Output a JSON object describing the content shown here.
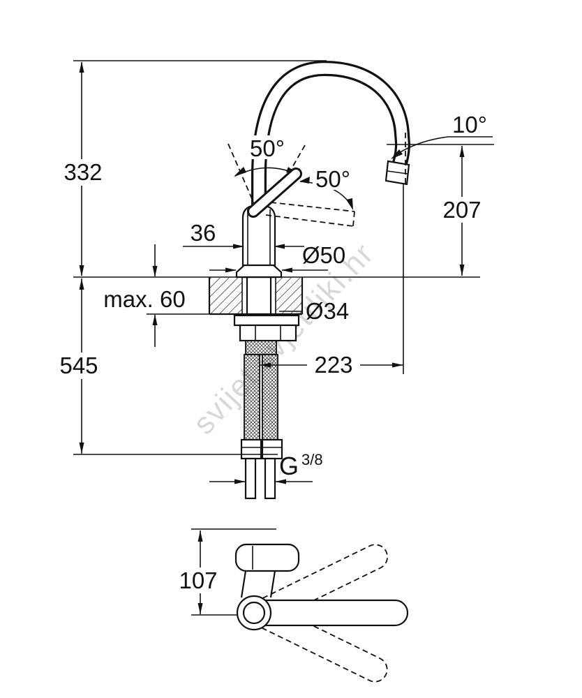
{
  "drawing": {
    "title": "faucet-dimension-drawing",
    "watermark": "svijet svjetiljki.hr",
    "dimensions": {
      "spout_height_top": "332",
      "under_counter_depth": "545",
      "counter_thickness": "max. 60",
      "body_width": "36",
      "base_diameter": "Ø50",
      "hole_diameter": "Ø34",
      "spout_reach": "223",
      "outlet_height": "207",
      "outlet_angle": "10°",
      "lever_lift_angle": "50°",
      "lever_swivel_angle": "50°",
      "thread_prefix": "G",
      "thread_size": "3/8",
      "handle_clearance": "107"
    }
  }
}
